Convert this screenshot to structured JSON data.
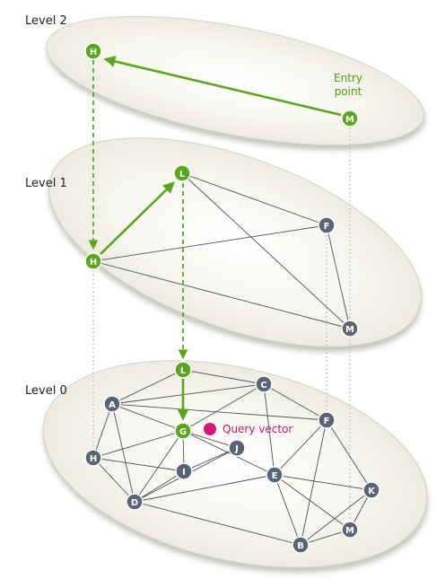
{
  "levels": [
    {
      "label": "Level 2",
      "nodes": [
        {
          "id": "H",
          "type": "green"
        },
        {
          "id": "M",
          "type": "green"
        }
      ]
    },
    {
      "label": "Level 1",
      "nodes": [
        {
          "id": "L",
          "type": "green"
        },
        {
          "id": "F",
          "type": "gray"
        },
        {
          "id": "H",
          "type": "green"
        },
        {
          "id": "M",
          "type": "gray"
        }
      ]
    },
    {
      "label": "Level 0",
      "nodes": [
        {
          "id": "L",
          "type": "green"
        },
        {
          "id": "C",
          "type": "gray"
        },
        {
          "id": "A",
          "type": "gray"
        },
        {
          "id": "F",
          "type": "gray"
        },
        {
          "id": "G",
          "type": "green"
        },
        {
          "id": "J",
          "type": "gray"
        },
        {
          "id": "H",
          "type": "gray"
        },
        {
          "id": "I",
          "type": "gray"
        },
        {
          "id": "E",
          "type": "gray"
        },
        {
          "id": "K",
          "type": "gray"
        },
        {
          "id": "D",
          "type": "gray"
        },
        {
          "id": "M",
          "type": "gray"
        },
        {
          "id": "B",
          "type": "gray"
        }
      ]
    }
  ],
  "annotations": {
    "entry_point_line1": "Entry",
    "entry_point_line2": "point",
    "query_vector": "Query vector"
  },
  "colors": {
    "green_node": "#5aa61c",
    "gray_node": "#5a6475",
    "query_dot": "#d6137a",
    "plane_fill": "#f2f0e4",
    "plane_stroke": "#d2d0c6"
  }
}
